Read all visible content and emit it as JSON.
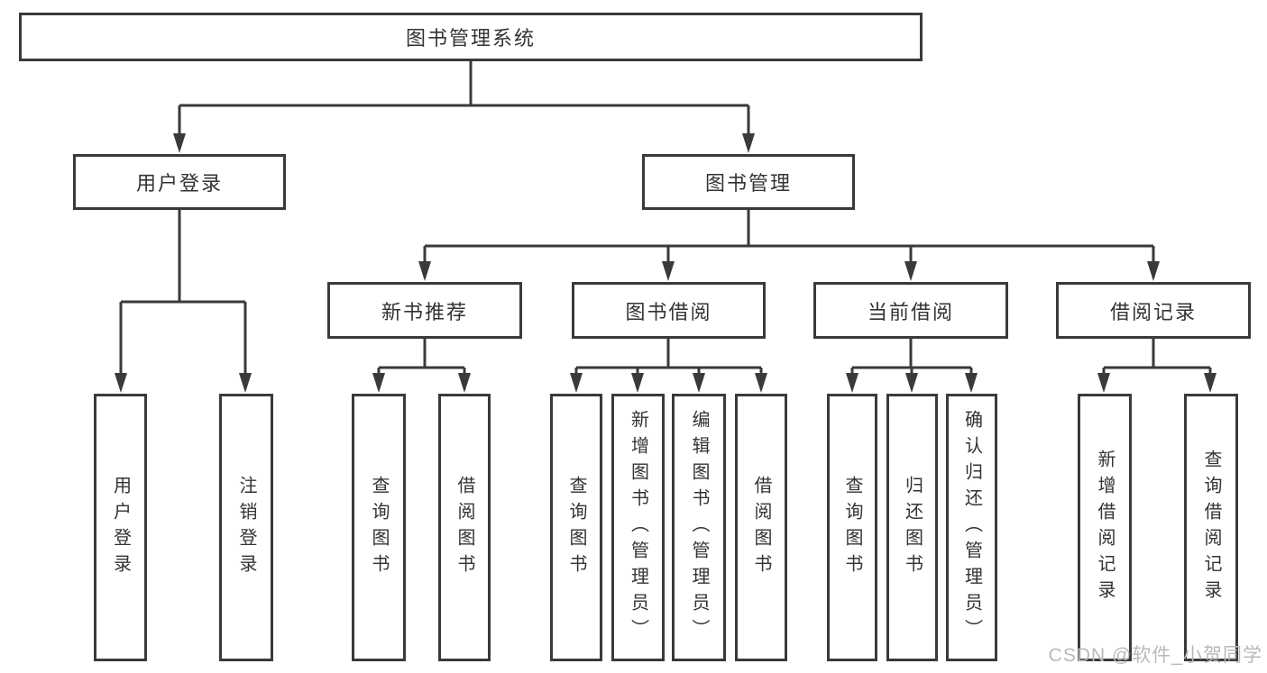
{
  "diagram": {
    "title": "图书管理系统",
    "root": {
      "label": "图书管理系统"
    },
    "level1": [
      {
        "label": "用户登录"
      },
      {
        "label": "图书管理"
      }
    ],
    "level2": [
      {
        "label": "新书推荐"
      },
      {
        "label": "图书借阅"
      },
      {
        "label": "当前借阅"
      },
      {
        "label": "借阅记录"
      }
    ],
    "leaves": {
      "user_login": [
        "用户登录",
        "注销登录"
      ],
      "new_books": [
        "查询图书",
        "借阅图书"
      ],
      "book_borrow": [
        "查询图书",
        "新增图书（管理员）",
        "编辑图书（管理员）",
        "借阅图书"
      ],
      "current_borrow": [
        "查询图书",
        "归还图书",
        "确认归还（管理员）"
      ],
      "borrow_records": [
        "新增借阅记录",
        "查询借阅记录"
      ]
    }
  },
  "watermark": {
    "text": "CSDN @软件_小贺同学"
  },
  "colors": {
    "line": "#3a3a3a",
    "text": "#333333",
    "watermark": "#b9b9b9",
    "background": "#ffffff"
  }
}
